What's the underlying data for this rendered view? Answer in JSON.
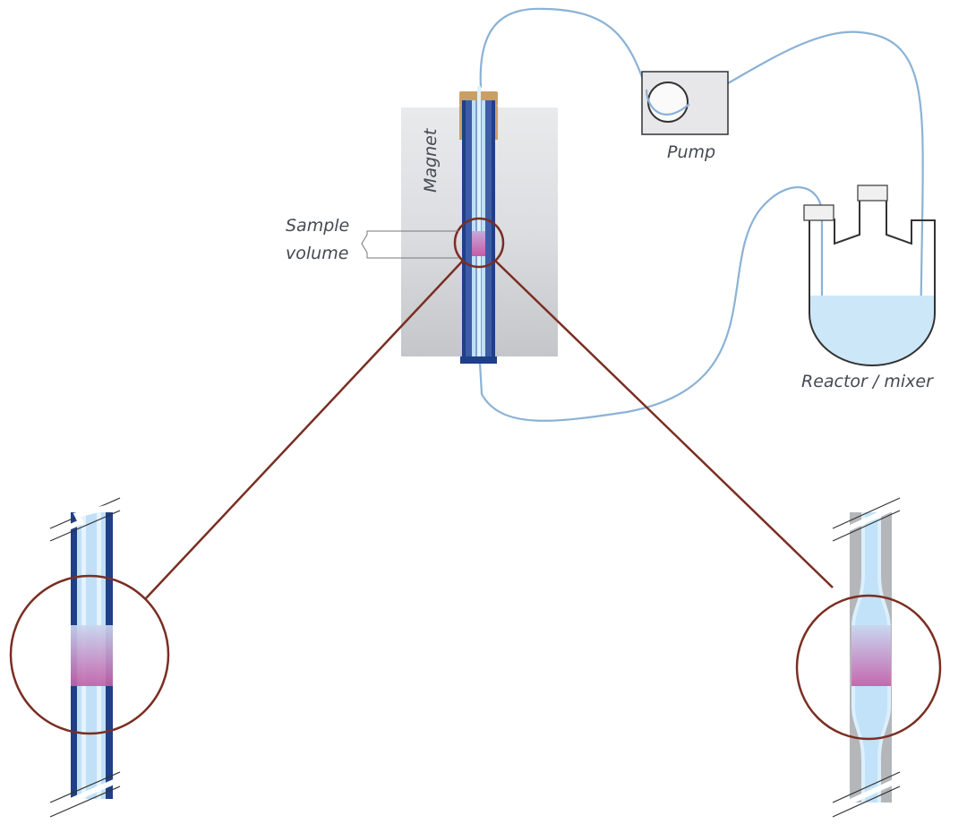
{
  "labels": {
    "magnet": "Magnet",
    "sample_line1": "Sample",
    "sample_line2": "volume",
    "pump": "Pump",
    "reactor": "Reactor / mixer"
  },
  "colors": {
    "tube_dark": "#1c3f8a",
    "tube_light": "#bfe0f7",
    "tubing": "#8bb2d6",
    "connector": "#7a2e22",
    "liquid": "#cce8f8",
    "cap": "#c9a064",
    "sample": "#c77bb4"
  },
  "icons": {
    "magnet": "magnet-block",
    "pump": "peristaltic-pump-icon",
    "reactor": "three-neck-flask-icon",
    "probe": "nmr-flow-tube-icon"
  }
}
